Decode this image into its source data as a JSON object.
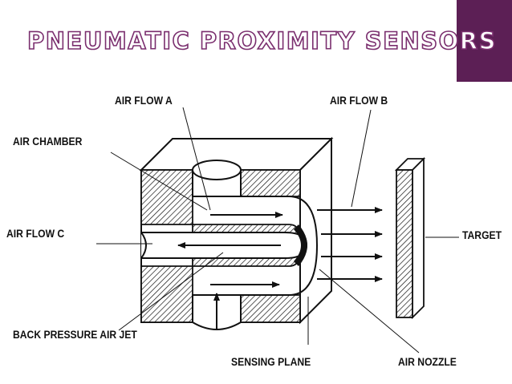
{
  "slide": {
    "title": "PNEUMATIC PROXIMITY SENSORS",
    "accent_color": "#5c1f55",
    "title_color": "#7a2e6e"
  },
  "labels": {
    "air_flow_a": "AIR FLOW A",
    "air_flow_b": "AIR FLOW B",
    "air_chamber": "AIR CHAMBER",
    "air_flow_c": "AIR FLOW C",
    "target": "TARGET",
    "back_pressure_air_jet": "BACK PRESSURE AIR JET",
    "sensing_plane": "SENSING PLANE",
    "air_nozzle": "AIR NOZZLE"
  }
}
